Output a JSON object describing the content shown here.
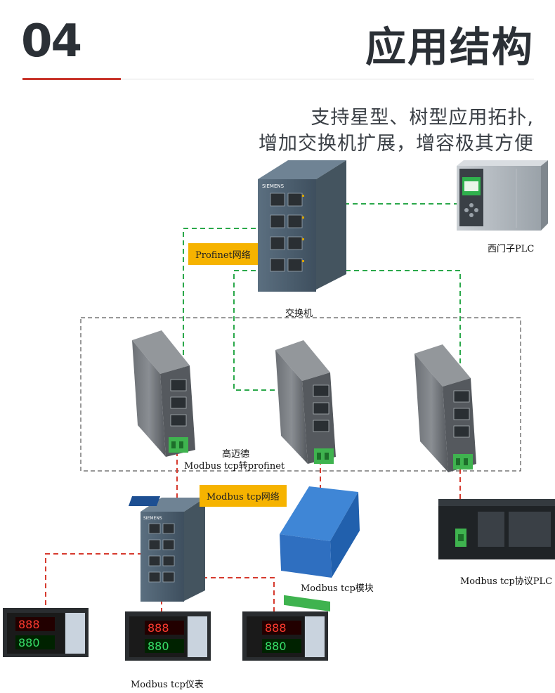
{
  "header": {
    "number": "04",
    "title": "应用结构"
  },
  "tagline": {
    "line1": "支持星型、树型应用拓扑,",
    "line2": "增加交换机扩展，增容极其方便"
  },
  "labels": {
    "plc_siemens": "西门子PLC",
    "switch": "交换机",
    "gateway_brand": "高迈德",
    "gateway_desc": "Modbus tcp转profinet",
    "modbus_module": "Modbus tcp模块",
    "modbus_plc": "Modbus tcp协议PLC",
    "meters": "Modbus tcp仪表"
  },
  "badges": {
    "profinet": "Profinet网络",
    "modbus": "Modbus tcp网络"
  },
  "device_text": {
    "siemens": "SIEMENS",
    "meter_pv": "888",
    "meter_sv": "880"
  },
  "colors": {
    "accent_red": "#c8352b",
    "profinet_line": "#2aa84a",
    "modbus_line": "#d63a2e",
    "badge": "#f6b300"
  }
}
